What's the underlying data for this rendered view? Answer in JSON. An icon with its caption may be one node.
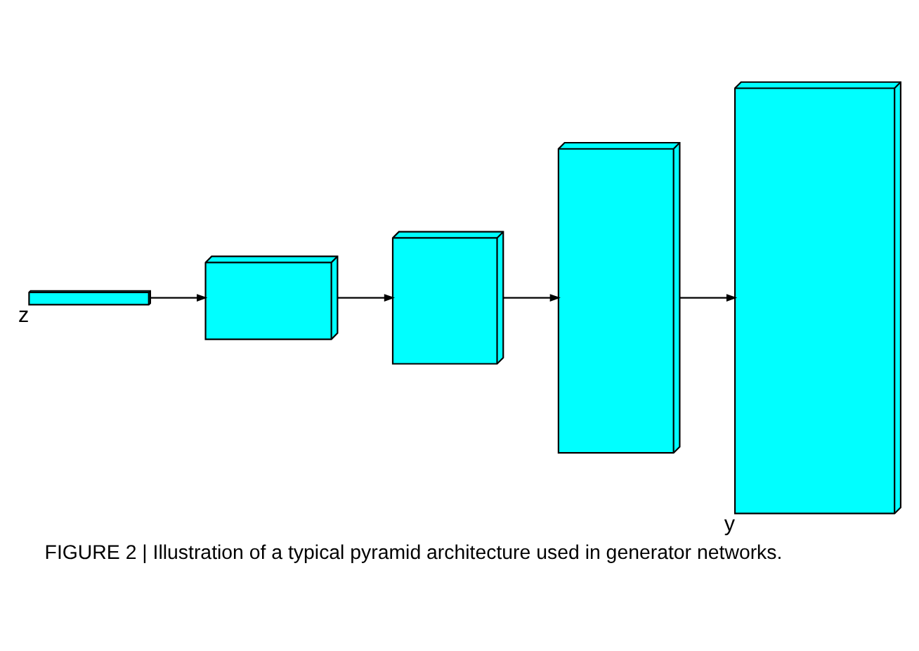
{
  "diagram": {
    "caption": "FIGURE 2 | Illustration of a typical pyramid architecture used in generator networks.",
    "nodes": [
      {
        "text": [],
        "shape": "box",
        "beside": [
          "z"
        ]
      },
      {
        "text": [],
        "shape": "box"
      },
      {
        "text": [],
        "shape": "box"
      },
      {
        "text": [],
        "shape": "box"
      },
      {
        "text": [],
        "shape": "box",
        "beside": [
          "y"
        ]
      }
    ],
    "edges": [
      {
        "from": 0,
        "to": 1,
        "arrow": "to"
      },
      {
        "from": 1,
        "to": 2,
        "arrow": "to"
      },
      {
        "from": 2,
        "to": 3,
        "arrow": "to"
      },
      {
        "from": 3,
        "to": 4,
        "arrow": "to"
      }
    ]
  }
}
